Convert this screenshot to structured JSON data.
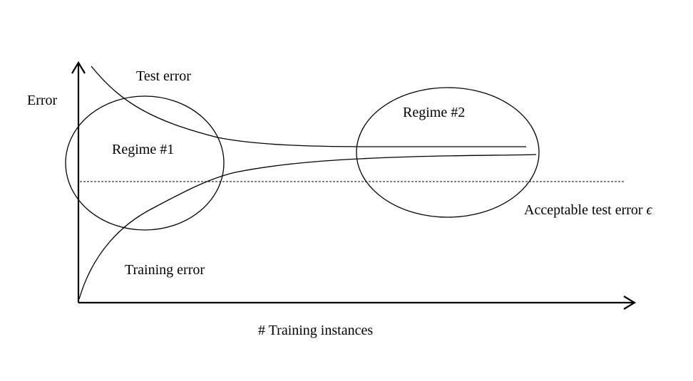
{
  "labels": {
    "y_axis": "Error",
    "x_axis": "# Training instances",
    "test_error": "Test error",
    "training_error": "Training error",
    "acceptable": "Acceptable test error ",
    "epsilon": "ϵ",
    "regime1": "Regime #1",
    "regime2": "Regime #2"
  }
}
